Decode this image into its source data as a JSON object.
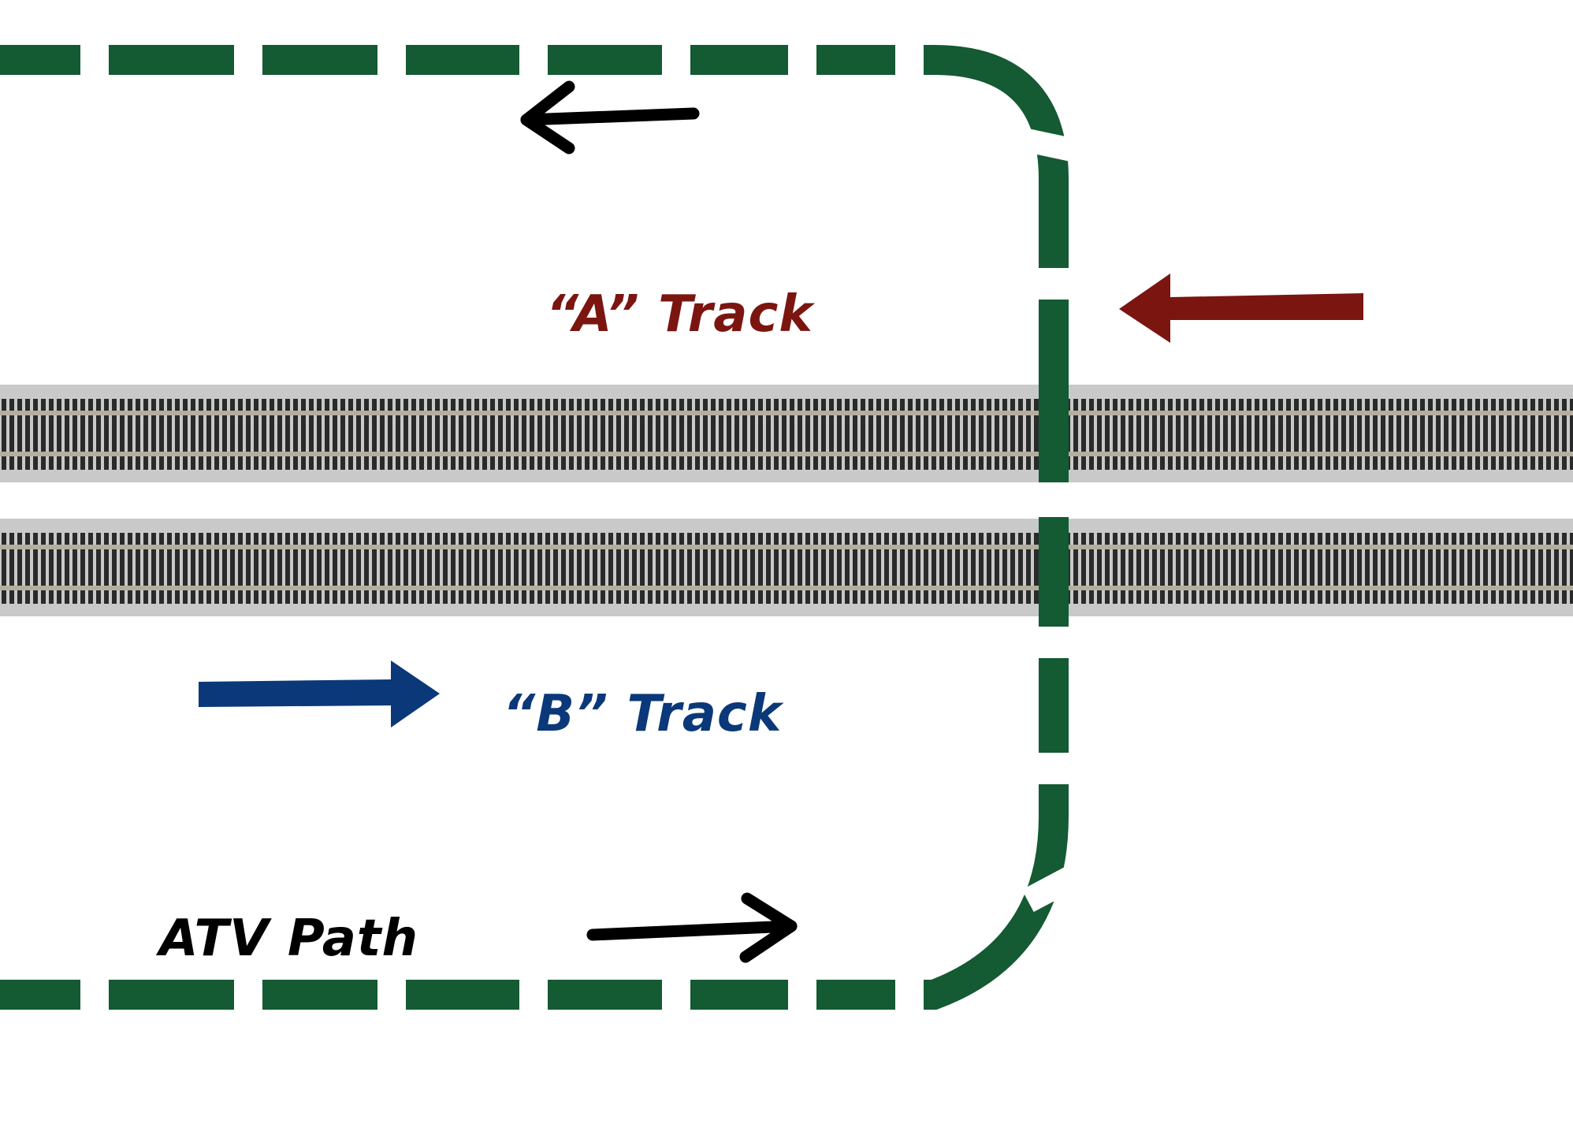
{
  "labels": {
    "track_a": "“A” Track",
    "track_b": "“B” Track",
    "atv_path": "ATV Path"
  },
  "colors": {
    "background": "#ffffff",
    "atv_path": "#145a32",
    "track_a": "#7b1510",
    "track_b": "#0b3879",
    "direction_arrow": "#000000",
    "ballast": "#c9c9c9",
    "rail": "#b4ae9f",
    "tie": "#2a2a2a"
  },
  "icons": {
    "track_a_direction": "arrow-left-icon",
    "track_b_direction": "arrow-right-icon",
    "atv_top_direction": "arrow-left-icon",
    "atv_bottom_direction": "arrow-right-icon"
  }
}
